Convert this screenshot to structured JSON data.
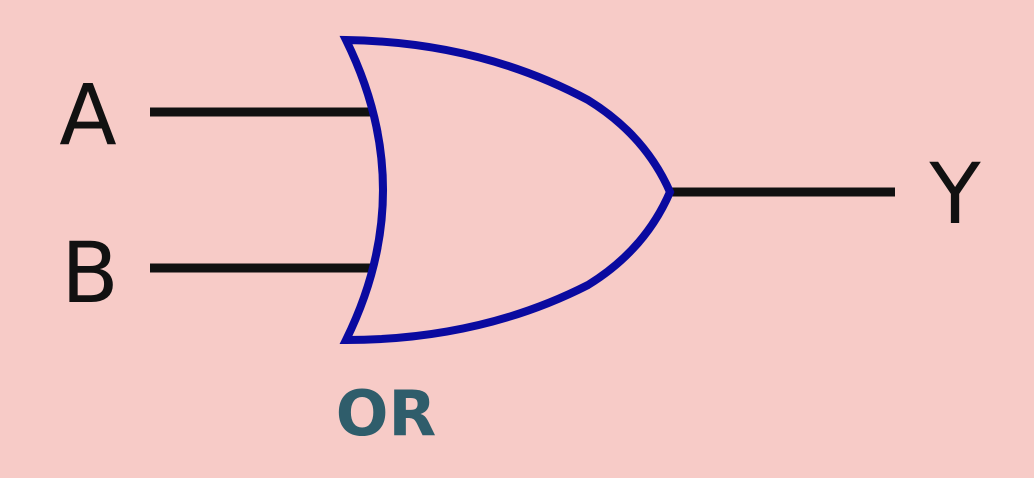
{
  "diagram": {
    "inputs": [
      {
        "label": "A"
      },
      {
        "label": "B"
      }
    ],
    "output": {
      "label": "Y"
    },
    "gate": {
      "name": "OR"
    }
  },
  "colors": {
    "background": "#f7cbc7",
    "gate_outline": "#0a0aa0",
    "wire": "#111111",
    "gate_name": "#2f5d6b"
  }
}
